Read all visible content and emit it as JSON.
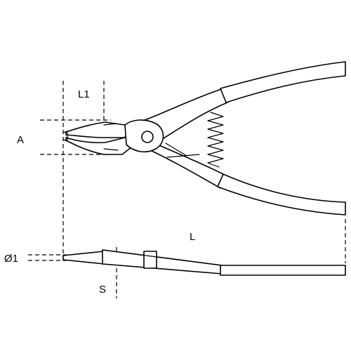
{
  "labels": {
    "l1": "L1",
    "a": "A",
    "l": "L",
    "o1": "Ø1",
    "s": "S"
  },
  "colors": {
    "line": "#000000",
    "background": "#ffffff"
  }
}
